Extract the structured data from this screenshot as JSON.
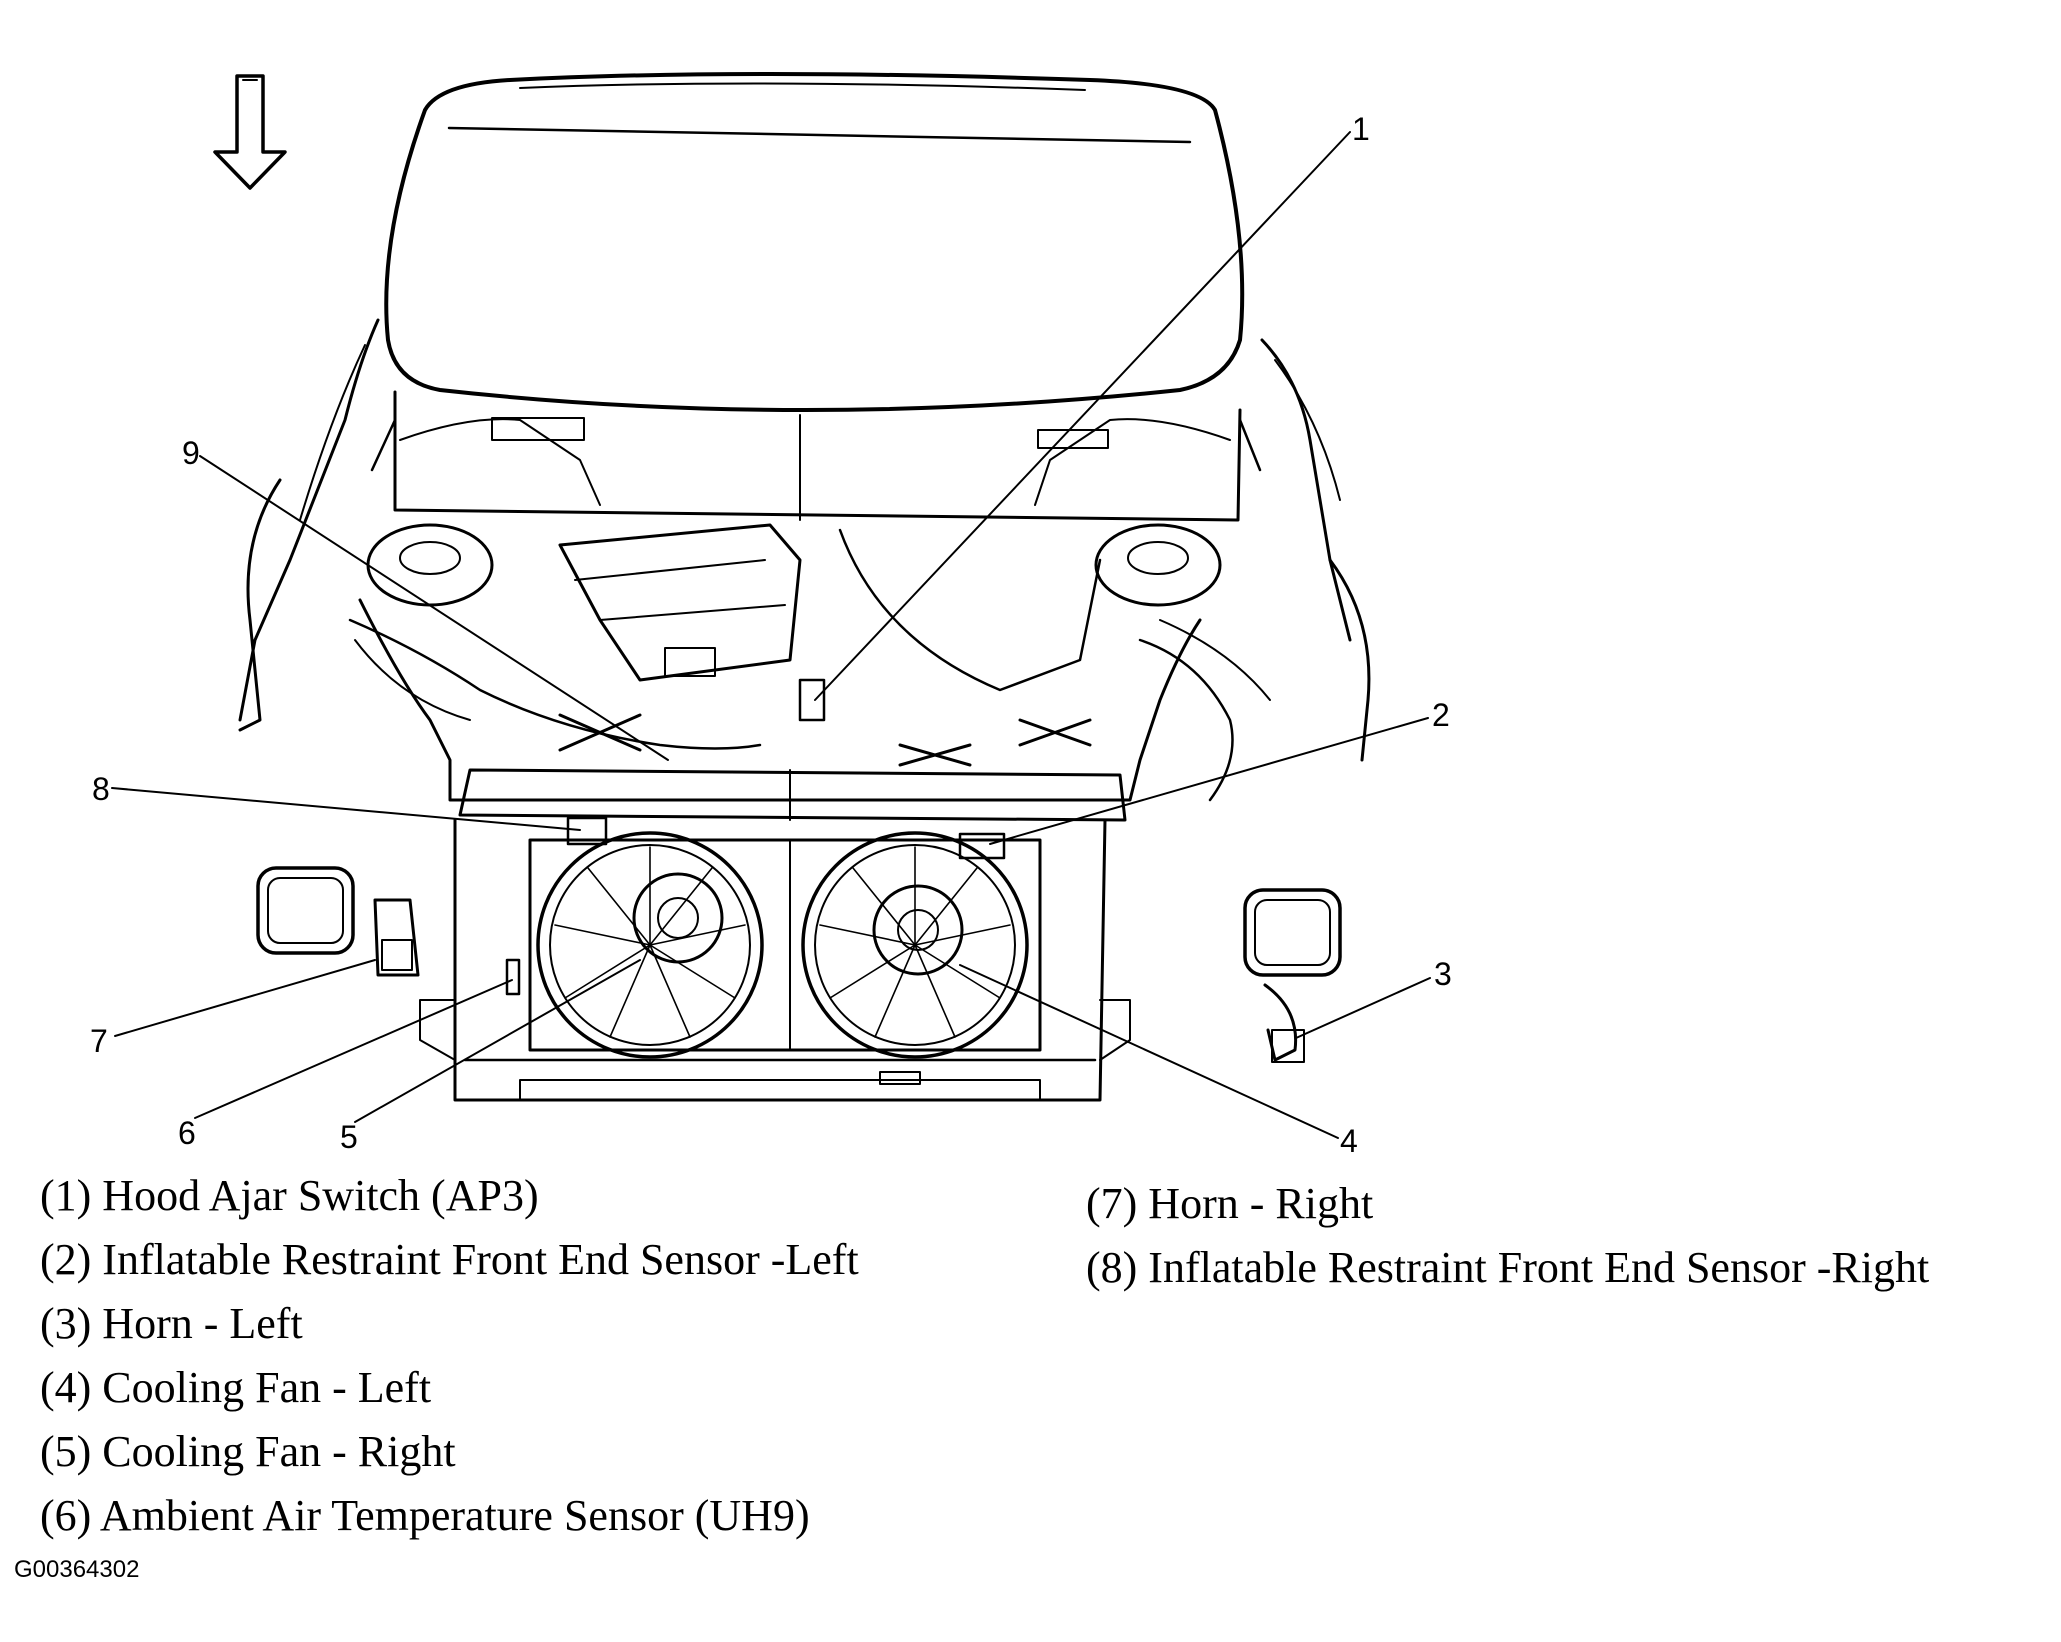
{
  "callouts": [
    "1",
    "2",
    "3",
    "4",
    "5",
    "6",
    "7",
    "8",
    "9"
  ],
  "legend_left": [
    "(1) Hood Ajar Switch (AP3)",
    "(2) Inflatable Restraint Front End Sensor -Left",
    "(3) Horn - Left",
    "(4) Cooling Fan - Left",
    "(5) Cooling Fan - Right",
    "(6) Ambient Air Temperature Sensor (UH9)"
  ],
  "legend_right": [
    "(7) Horn - Right",
    "(8) Inflatable Restraint Front End Sensor -Right"
  ],
  "figure_id": "G00364302",
  "icons": {
    "direction_arrow": "down-arrow-icon"
  }
}
